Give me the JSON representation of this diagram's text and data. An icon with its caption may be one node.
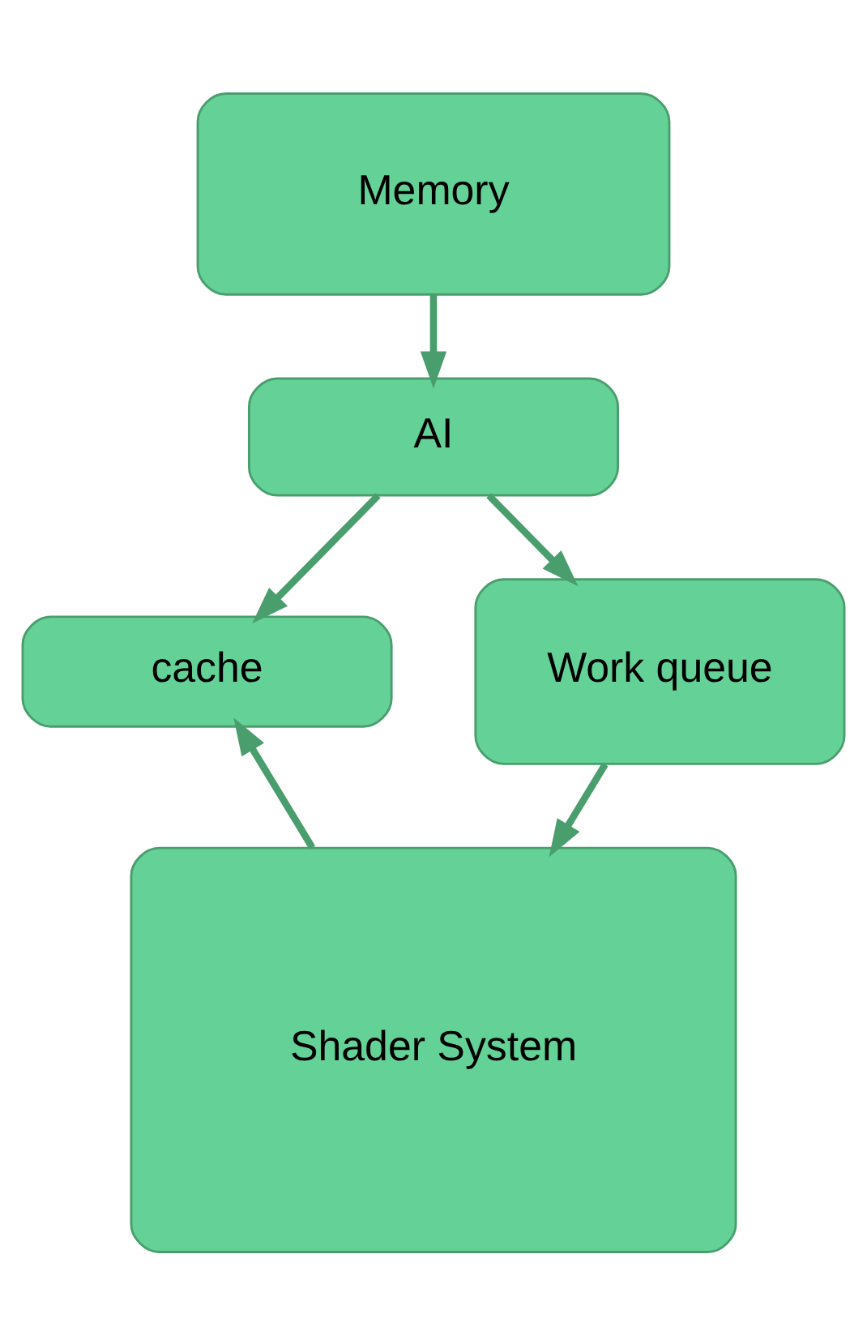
{
  "diagram": {
    "nodes": [
      {
        "text": [
          "Memory"
        ]
      },
      {
        "text": [
          "AI"
        ]
      },
      {
        "text": [
          "cache"
        ]
      },
      {
        "text": [
          "Work queue"
        ]
      },
      {
        "text": [
          "Shader System"
        ]
      }
    ],
    "edges": [
      {
        "from": 0,
        "to": 1,
        "arrow": "to"
      },
      {
        "from": 1,
        "to": 2,
        "arrow": "to"
      },
      {
        "from": 1,
        "to": 3,
        "arrow": "to"
      },
      {
        "from": 3,
        "to": 4,
        "arrow": "to"
      },
      {
        "from": 4,
        "to": 2,
        "arrow": "to"
      }
    ]
  }
}
